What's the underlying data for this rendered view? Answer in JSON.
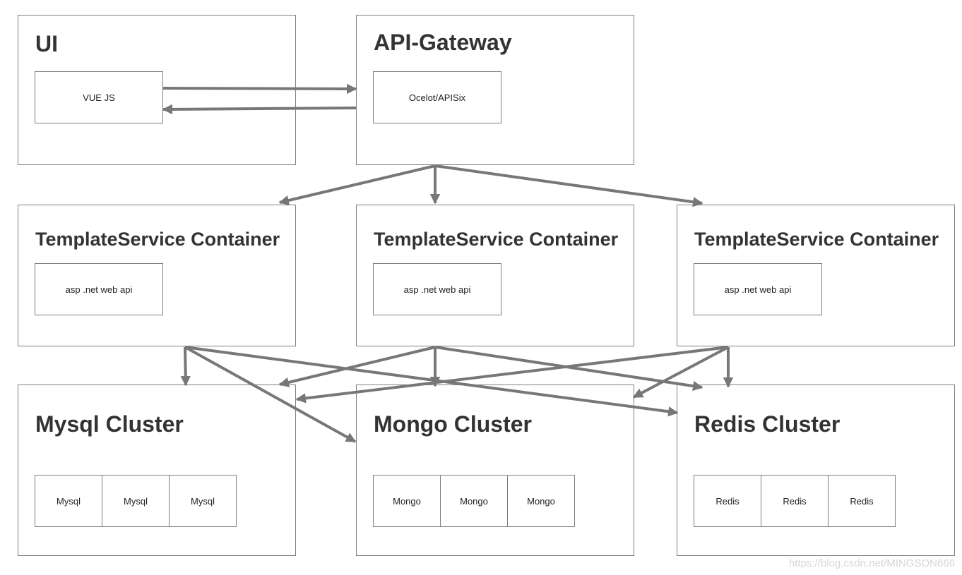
{
  "ui": {
    "title": "UI",
    "vue": "VUE JS"
  },
  "gateway": {
    "title": "API-Gateway",
    "ocelot": "Ocelot/APISix"
  },
  "services": [
    {
      "title": "TemplateService Container",
      "api": "asp .net web api"
    },
    {
      "title": "TemplateService Container",
      "api": "asp .net web api"
    },
    {
      "title": "TemplateService Container",
      "api": "asp .net web api"
    }
  ],
  "mysql": {
    "title": "Mysql Cluster",
    "nodes": [
      "Mysql",
      "Mysql",
      "Mysql"
    ]
  },
  "mongo": {
    "title": "Mongo Cluster",
    "nodes": [
      "Mongo",
      "Mongo",
      "Mongo"
    ]
  },
  "redis": {
    "title": "Redis Cluster",
    "nodes": [
      "Redis",
      "Redis",
      "Redis"
    ]
  },
  "watermark": "https://blog.csdn.net/MINGSON666",
  "colors": {
    "arrow": "#777777",
    "border": "#7f7f7f"
  }
}
